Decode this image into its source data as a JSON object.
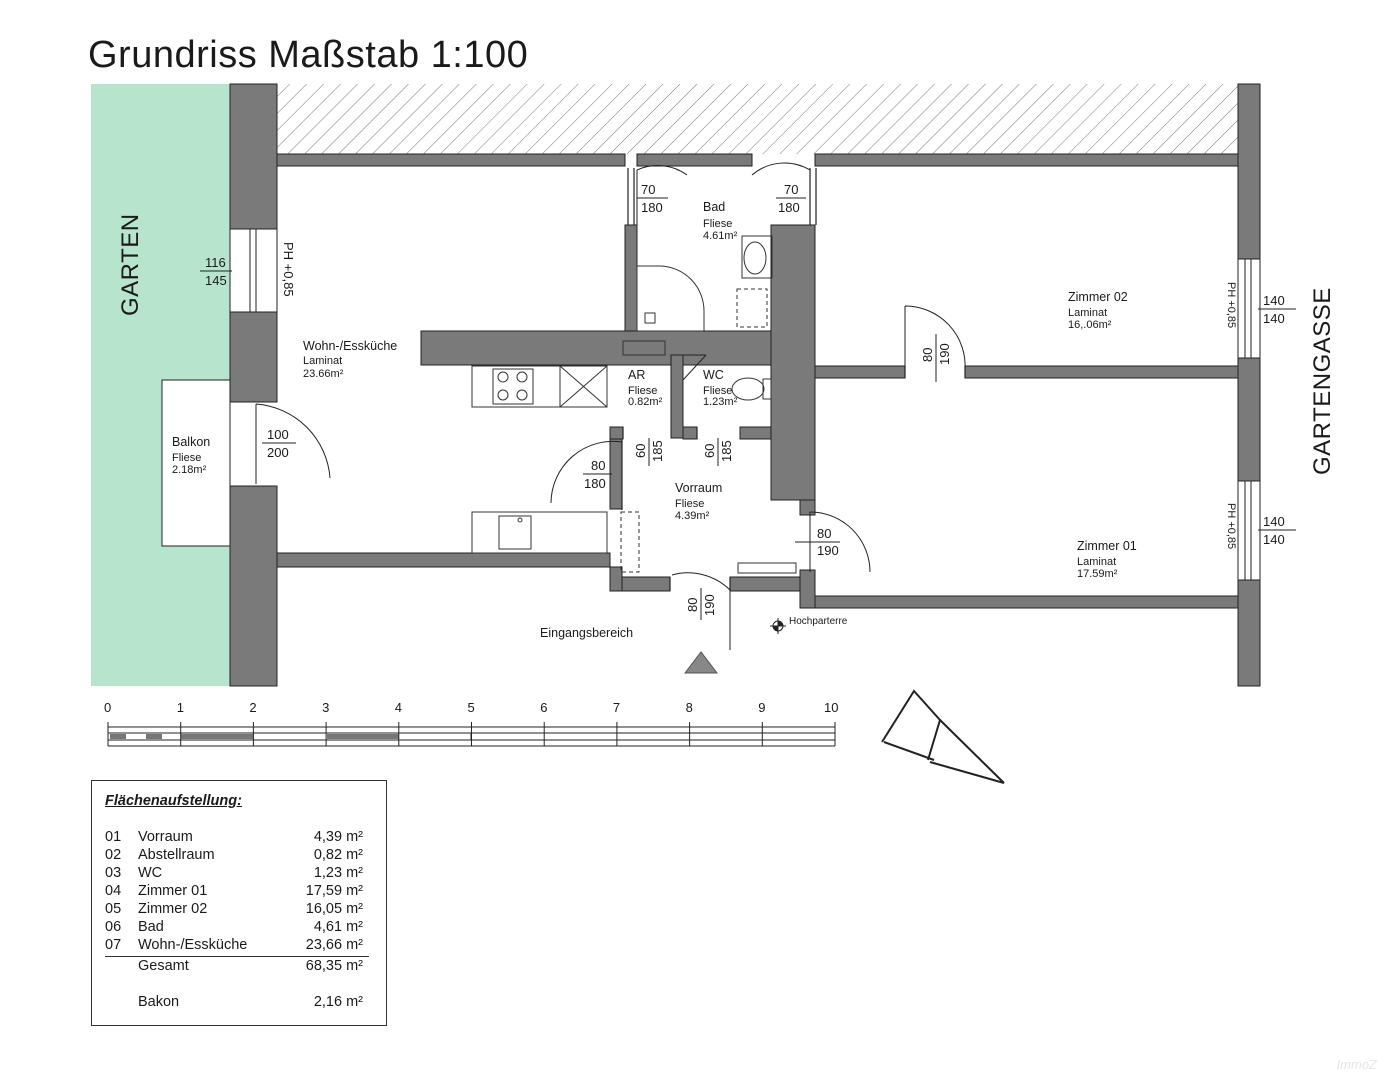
{
  "title": "Grundriss Maßstab 1:100",
  "outside": {
    "garden": "GARTEN",
    "street": "GARTENGASSE"
  },
  "colors": {
    "wall": "#7a7a7a",
    "garden": "#b7e4cd",
    "line": "#222222"
  },
  "rooms": {
    "wohnkueche": {
      "name": "Wohn-/Essküche",
      "floor": "Laminat",
      "area": "23.66m²"
    },
    "balkon": {
      "name": "Balkon",
      "floor": "Fliese",
      "area": "2.18m²"
    },
    "bad": {
      "name": "Bad",
      "floor": "Fliese",
      "area": "4.61m²"
    },
    "ar": {
      "name": "AR",
      "floor": "Fliese",
      "area": "0.82m²"
    },
    "wc": {
      "name": "WC",
      "floor": "Fliese",
      "area": "1.23m²"
    },
    "vorraum": {
      "name": "Vorraum",
      "floor": "Fliese",
      "area": "4.39m²"
    },
    "zimmer02": {
      "name": "Zimmer 02",
      "floor": "Laminat",
      "area": "16,.06m²"
    },
    "zimmer01": {
      "name": "Zimmer 01",
      "floor": "Laminat",
      "area": "17.59m²"
    },
    "eingang": {
      "name": "Eingangsbereich"
    },
    "level": "Hochparterre"
  },
  "openings": {
    "win_garden": {
      "w": "116",
      "h": "145",
      "ph": "PH +0,85"
    },
    "door_balkon": {
      "w": "100",
      "h": "200"
    },
    "door_bad_left": {
      "w": "70",
      "h": "180"
    },
    "door_bad_right": {
      "w": "70",
      "h": "180"
    },
    "door_wohn": {
      "w": "80",
      "h": "180"
    },
    "door_ar": {
      "w": "60",
      "h": "185"
    },
    "door_wc": {
      "w": "60",
      "h": "185"
    },
    "door_entry": {
      "w": "80",
      "h": "190"
    },
    "door_z01": {
      "w": "80",
      "h": "190"
    },
    "door_z02": {
      "w": "80",
      "h": "190"
    },
    "win_z02": {
      "w": "140",
      "h": "140",
      "ph": "PH +0,85"
    },
    "win_z01": {
      "w": "140",
      "h": "140",
      "ph": "PH +0,85"
    }
  },
  "scale_labels": [
    "0",
    "1",
    "2",
    "3",
    "4",
    "5",
    "6",
    "7",
    "8",
    "9",
    "10"
  ],
  "areas": {
    "heading": "Flächenaufstellung:",
    "rows": [
      {
        "no": "01",
        "name": "Vorraum",
        "area": "4,39 m²"
      },
      {
        "no": "02",
        "name": "Abstellraum",
        "area": "0,82 m²"
      },
      {
        "no": "03",
        "name": "WC",
        "area": "1,23 m²"
      },
      {
        "no": "04",
        "name": "Zimmer 01",
        "area": "17,59 m²"
      },
      {
        "no": "05",
        "name": "Zimmer 02",
        "area": "16,05 m²"
      },
      {
        "no": "06",
        "name": "Bad",
        "area": "4,61 m²"
      },
      {
        "no": "07",
        "name": "Wohn-/Essküche",
        "area": "23,66 m²"
      }
    ],
    "total": {
      "name": "Gesamt",
      "area": "68,35 m²"
    },
    "balcony": {
      "name": "Bakon",
      "area": "2,16 m²"
    }
  },
  "watermark": "ImmoZ"
}
